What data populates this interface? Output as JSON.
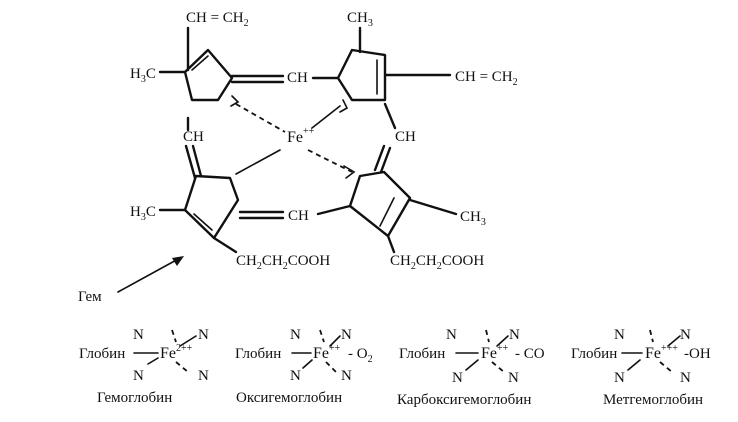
{
  "heme": {
    "vinyl_top": "CH = CH",
    "vinyl_top_sub": "2",
    "methyl_top": "CH",
    "methyl_top_sub": "3",
    "vinyl_right": "CH = CH",
    "vinyl_right_sub": "2",
    "methyl_left": "H",
    "methyl_left_c": "C",
    "methyl_left_sub": "3",
    "bridge_top": "CH",
    "bridge_left": "CH",
    "bridge_right": "CH",
    "bridge_bottom": "CH",
    "iron": "Fe",
    "iron_charge": "++",
    "methyl_left2": "H",
    "methyl_left2_c": "C",
    "methyl_left2_sub": "3",
    "methyl_right2": "CH",
    "methyl_right2_sub": "3",
    "propionate_left": "CH",
    "propionate_left_2": "CH",
    "propionate_left_3": "COOH",
    "propionate_right": "CH",
    "propionate_right_2": "CH",
    "propionate_right_3": "COOH",
    "sub2": "2"
  },
  "pointer_label": "Гем",
  "complexes": [
    {
      "n": "N",
      "globin": "Глобин",
      "fe": "Fe",
      "charge": "2++",
      "ligand": "",
      "name": "Гемоглобин"
    },
    {
      "n": "N",
      "globin": "Глобин",
      "fe": "Fe",
      "charge": "++",
      "ligand": "- O",
      "ligand_sub": "2",
      "name": "Оксигемоглобин"
    },
    {
      "n": "N",
      "globin": "Глобин",
      "fe": "Fe",
      "charge": "++",
      "ligand": "- CO",
      "name": "Карбоксигемоглобин"
    },
    {
      "n": "N",
      "globin": "Глобин",
      "fe": "Fe",
      "charge": "+++",
      "ligand": "-OH",
      "name": "Метгемоглобин"
    }
  ]
}
